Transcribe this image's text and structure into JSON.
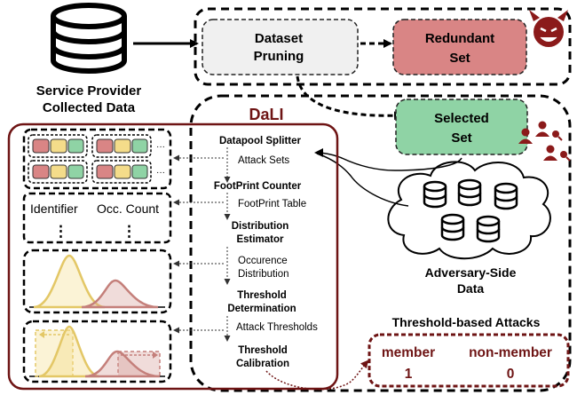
{
  "source": {
    "title_line1": "Service Provider",
    "title_line2": "Collected Data"
  },
  "pruning": {
    "line1": "Dataset",
    "line2": "Pruning"
  },
  "redundant": {
    "line1": "Redundant",
    "line2": "Set"
  },
  "selected": {
    "line1": "Selected",
    "line2": "Set"
  },
  "dali_title": "DaLI",
  "steps": [
    {
      "line1": "Datapool Splitter",
      "line2": ""
    },
    {
      "line1": "FootPrint Counter",
      "line2": ""
    },
    {
      "line1": "Distribution",
      "line2": "Estimator"
    },
    {
      "line1": "Threshold",
      "line2": "Determination"
    },
    {
      "line1": "Threshold",
      "line2": "Calibration"
    }
  ],
  "step_outputs": [
    {
      "line1": "Attack Sets",
      "line2": ""
    },
    {
      "line1": "FootPrint Table",
      "line2": ""
    },
    {
      "line1": "Occurence",
      "line2": "Distribution"
    },
    {
      "line1": "Attack Thresholds",
      "line2": ""
    }
  ],
  "table": {
    "col1": "Identifier",
    "col2": "Occ. Count",
    "ellipsis": "⋮"
  },
  "adversary": {
    "line1": "Adversary-Side",
    "line2": "Data"
  },
  "attacks": {
    "title": "Threshold-based Attacks",
    "member_label": "member",
    "member_value": "1",
    "nonmember_label": "non-member",
    "nonmember_value": "0"
  },
  "colors": {
    "dark_red": "#6e1414",
    "red_fill": "#d98585",
    "green_fill": "#8fd3a5",
    "gray_fill": "#f0f0f0",
    "yellow": "#f4dc8a",
    "yellow_stroke": "#e3c766",
    "pink_curve": "#d49a96"
  },
  "icons": {
    "database": "database-icon",
    "devil": "devil-icon",
    "searchers": "user-search-icon"
  }
}
